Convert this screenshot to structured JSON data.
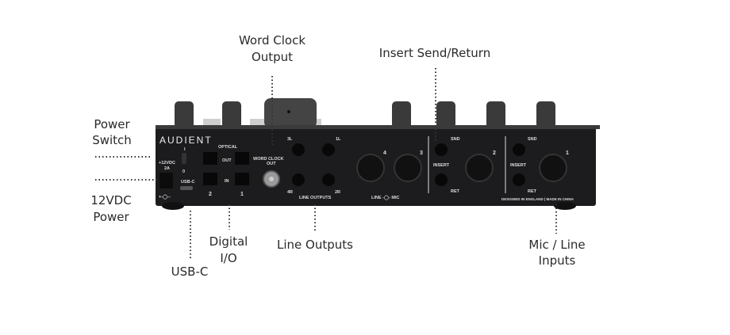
{
  "labels": {
    "word_clock": [
      "Word Clock",
      "Output"
    ],
    "insert": "Insert Send/Return",
    "power_switch": [
      "Power",
      "Switch"
    ],
    "power_12v": [
      "12VDC",
      "Power"
    ],
    "digital_io": [
      "Digital",
      "I/O"
    ],
    "usb_c": "USB-C",
    "line_outputs": "Line Outputs",
    "mic_line": [
      "Mic / Line",
      "Inputs"
    ]
  },
  "panel": {
    "brand": "AUDIENT",
    "power_rating": [
      "+12VDC",
      "2A"
    ],
    "switch_marks": [
      "I",
      "0"
    ],
    "usb": "USB-C",
    "optical": "OPTICAL",
    "opt_out": "OUT",
    "opt_in": "IN",
    "opt_nums": [
      "2",
      "1"
    ],
    "word_clock_out": [
      "WORD CLOCK",
      "OUT"
    ],
    "line_jacks": [
      "3L",
      "1L",
      "4R",
      "2R"
    ],
    "line_outputs": "LINE OUTPUTS",
    "input_nums": [
      "4",
      "3",
      "2",
      "1"
    ],
    "line_mic": "LINE -◯- MIC",
    "snd": "SND",
    "insert": "INSERT",
    "ret": "RET",
    "footer": "DESIGNED IN ENGLAND  |  MADE IN CHINA"
  }
}
